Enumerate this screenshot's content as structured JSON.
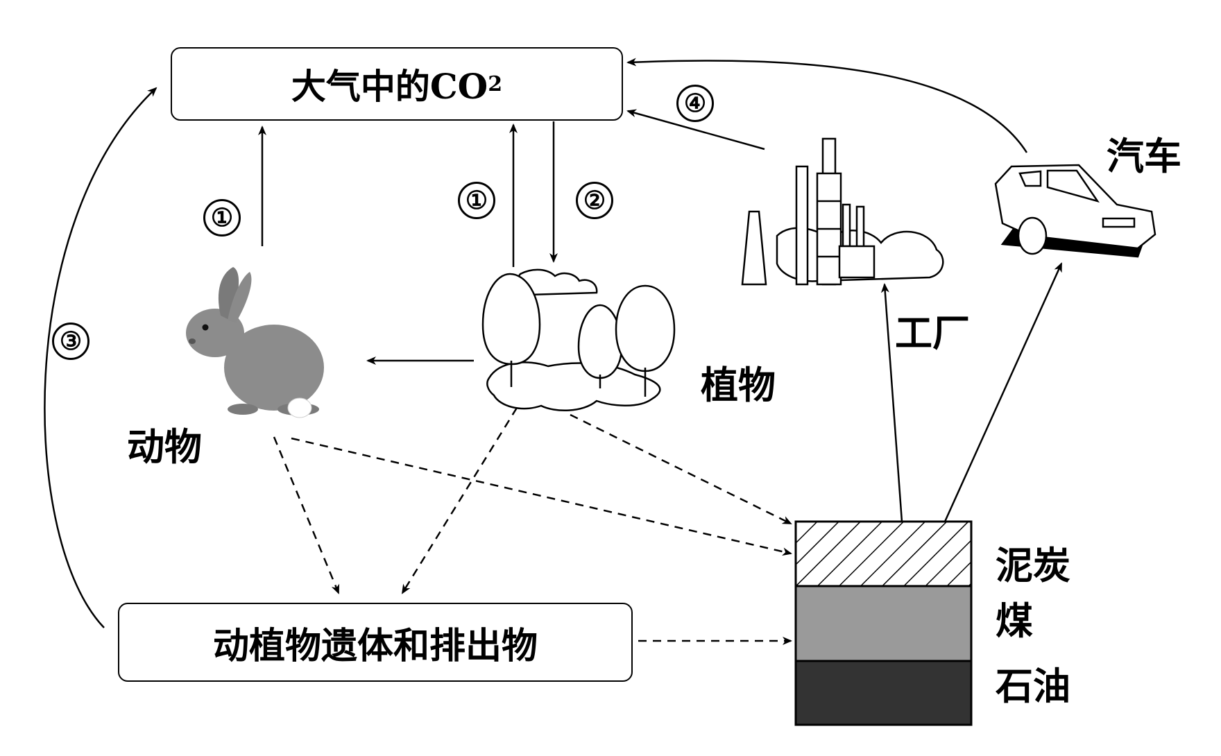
{
  "atmosphere": {
    "label": "大气中的CO",
    "subscript": "2"
  },
  "remains": {
    "label": "动植物遗体和排出物"
  },
  "nodes": {
    "animal": "动物",
    "plant": "植物",
    "factory": "工厂",
    "car": "汽车"
  },
  "fossil_layers": [
    {
      "label": "泥炭",
      "color": "#ffffff"
    },
    {
      "label": "煤",
      "color": "#9a9a9a"
    },
    {
      "label": "石油",
      "color": "#333333"
    }
  ],
  "process_markers": {
    "respiration_animal": "①",
    "respiration_plant": "①",
    "photosynthesis": "②",
    "decomposition": "③",
    "combustion": "④"
  }
}
